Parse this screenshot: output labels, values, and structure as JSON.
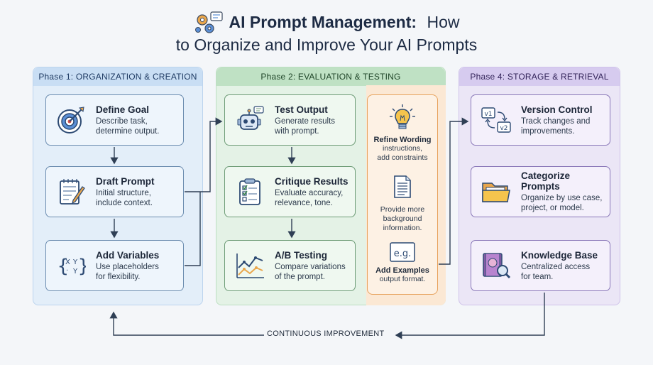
{
  "title": {
    "bold_part": "AI Prompt Management:",
    "rest_part": " How",
    "line2": "to Organize and Improve Your AI Prompts"
  },
  "phases": {
    "phase1": {
      "header": "Phase 1: ORGANIZATION & CREATION",
      "cards": [
        {
          "title": "Define Goal",
          "desc1": "Describe task,",
          "desc2": "determine output.",
          "icon": "target-icon"
        },
        {
          "title": "Draft Prompt",
          "desc1": "Initial structure,",
          "desc2": "include context.",
          "icon": "notepad-pencil-icon"
        },
        {
          "title": "Add Variables",
          "desc1": "Use placeholders",
          "desc2": "for flexibility.",
          "icon": "variables-braces-icon"
        }
      ]
    },
    "phase2": {
      "header": "Phase 2: EVALUATION & TESTING",
      "cards": [
        {
          "title": "Test Output",
          "desc1": "Generate results",
          "desc2": "with prompt.",
          "icon": "robot-icon"
        },
        {
          "title": "Critique Results",
          "desc1": "Evaluate accuracy,",
          "desc2": "relevance, tone.",
          "icon": "checklist-clipboard-icon"
        },
        {
          "title": "A/B Testing",
          "desc1": "Compare variations",
          "desc2": "of the prompt.",
          "icon": "line-chart-icon"
        }
      ],
      "refine": [
        {
          "title": "Refine Wording",
          "desc1": "instructions,",
          "desc2": "add constraints",
          "desc3": "",
          "icon": "lightbulb-icon"
        },
        {
          "title": "",
          "desc1": "Provide more",
          "desc2": "background",
          "desc3": "information.",
          "icon": "document-icon"
        },
        {
          "title": "Add Examples",
          "desc1": "output format.",
          "desc2": "",
          "desc3": "",
          "icon": "example-eg-icon",
          "icon_text": "e.g."
        }
      ]
    },
    "phase4": {
      "header": "Phase 4: STORAGE & RETRIEVAL",
      "cards": [
        {
          "title": "Version Control",
          "desc1": "Track changes and",
          "desc2": "improvements.",
          "icon": "version-swap-icon",
          "v1": "v1",
          "v2": "v2"
        },
        {
          "title": "Categorize Prompts",
          "desc1": "Organize by use case,",
          "desc2": "project, or model.",
          "icon": "folder-icon"
        },
        {
          "title": "Knowledge Base",
          "desc1": "Centralized access",
          "desc2": "for team.",
          "icon": "book-search-icon"
        }
      ]
    }
  },
  "loop_label": "CONTINUOUS IMPROVEMENT",
  "colors": {
    "phase1": "#c9def4",
    "phase2": "#bfe1c4",
    "refine": "#fbe8d4",
    "phase4": "#d6cbef",
    "arrow": "#2f3f55"
  }
}
